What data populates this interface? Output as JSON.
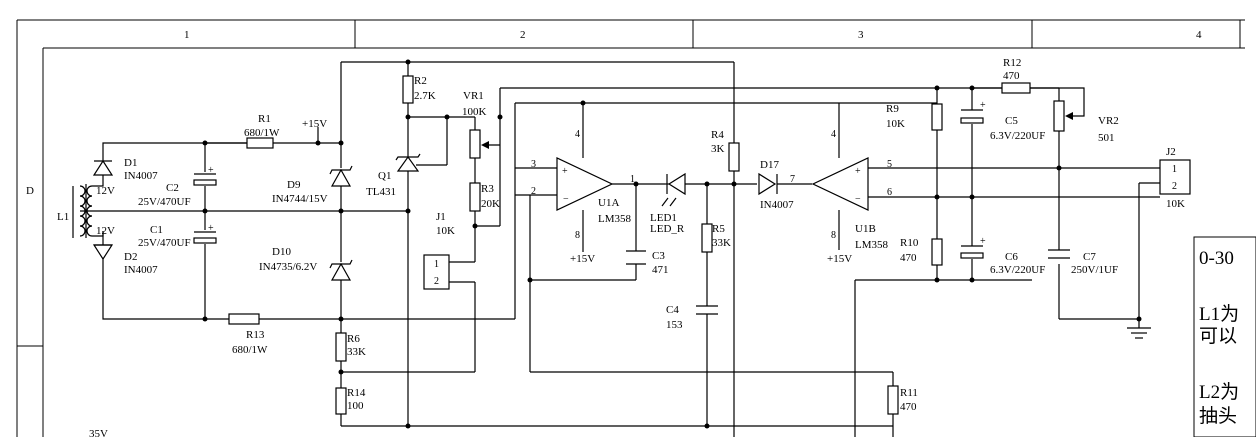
{
  "frame": {
    "zones": [
      "1",
      "2",
      "3",
      "4"
    ],
    "row": "D"
  },
  "components": {
    "R1": {
      "ref": "R1",
      "value": "680/1W"
    },
    "R2": {
      "ref": "R2",
      "value": "2.7K"
    },
    "R3": {
      "ref": "R3",
      "value": "20K"
    },
    "R4": {
      "ref": "R4",
      "value": "3K"
    },
    "R5": {
      "ref": "R5",
      "value": "33K"
    },
    "R6": {
      "ref": "R6",
      "value": "33K"
    },
    "R9": {
      "ref": "R9",
      "value": "10K"
    },
    "R10": {
      "ref": "R10",
      "value": "470"
    },
    "R11": {
      "ref": "R11",
      "value": "470"
    },
    "R12": {
      "ref": "R12",
      "value": "470"
    },
    "R13": {
      "ref": "R13",
      "value": "680/1W"
    },
    "R14": {
      "ref": "R14",
      "value": "100"
    },
    "VR1": {
      "ref": "VR1",
      "value": "100K"
    },
    "VR2": {
      "ref": "VR2",
      "value": "501"
    },
    "C1": {
      "ref": "C1",
      "value": "25V/470UF"
    },
    "C2": {
      "ref": "C2",
      "value": "25V/470UF"
    },
    "C3": {
      "ref": "C3",
      "value": "471"
    },
    "C4": {
      "ref": "C4",
      "value": "153"
    },
    "C5": {
      "ref": "C5",
      "value": "6.3V/220UF"
    },
    "C6": {
      "ref": "C6",
      "value": "6.3V/220UF"
    },
    "C7": {
      "ref": "C7",
      "value": "250V/1UF"
    },
    "D1": {
      "ref": "D1",
      "value": "IN4007"
    },
    "D2": {
      "ref": "D2",
      "value": "IN4007"
    },
    "D9": {
      "ref": "D9",
      "value": "IN4744/15V"
    },
    "D10": {
      "ref": "D10",
      "value": "IN4735/6.2V"
    },
    "D17": {
      "ref": "D17",
      "value": "IN4007"
    },
    "Q1": {
      "ref": "Q1",
      "value": "TL431"
    },
    "LED1": {
      "ref": "LED1",
      "value": "LED_R"
    },
    "U1A": {
      "ref": "U1A",
      "value": "LM358"
    },
    "U1B": {
      "ref": "U1B",
      "value": "LM358"
    },
    "J1": {
      "ref": "J1",
      "value": "10K"
    },
    "J2": {
      "ref": "J2",
      "value": "10K"
    },
    "L1": {
      "ref": "L1"
    }
  },
  "labels": {
    "plus15v_top": "+15V",
    "plus15v_u1a": "+15V",
    "plus15v_u1b": "+15V",
    "winding_top": "12V",
    "winding_bottom": "12V",
    "v35": "35V"
  },
  "pins": {
    "u1a_in_plus": "3",
    "u1a_in_minus": "2",
    "u1a_out": "1",
    "u1a_vcc": "4",
    "u1a_gnd": "8",
    "u1b_in_plus": "5",
    "u1b_in_minus": "6",
    "u1b_out": "7",
    "u1b_vcc": "4",
    "u1b_gnd": "8",
    "j1_p1": "1",
    "j1_p2": "2",
    "j2_p1": "1",
    "j2_p2": "2"
  },
  "notes": {
    "line1": "0-30",
    "line2": "L1为",
    "line3": "可以",
    "line4": "L2为",
    "line5": "抽头"
  }
}
